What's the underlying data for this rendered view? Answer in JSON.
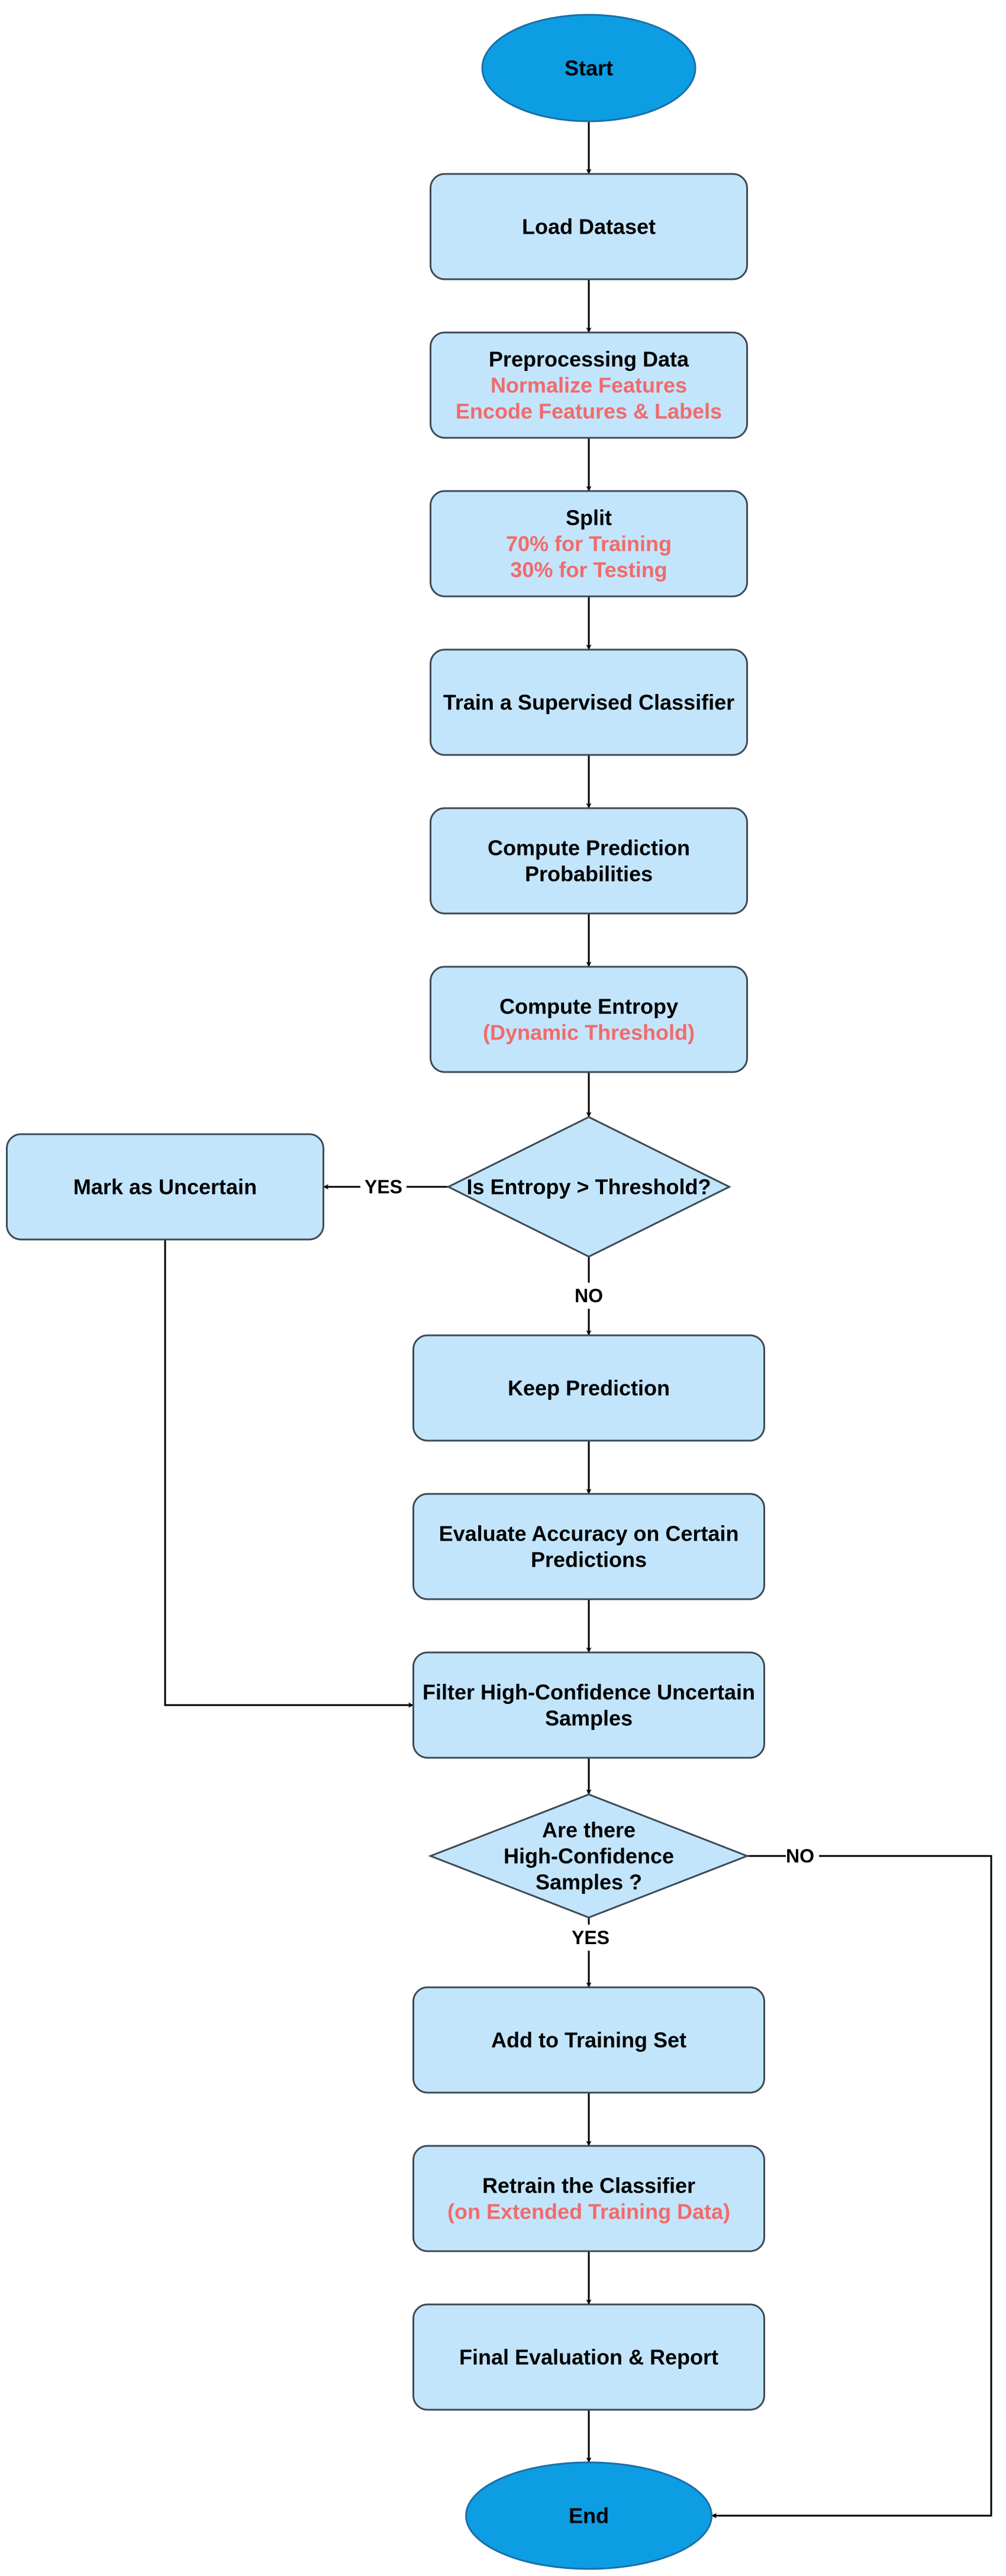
{
  "colors": {
    "box_fill": "#c2e5fb",
    "box_stroke": "#3d4a55",
    "terminal_fill": "#0d9de3",
    "terminal_stroke": "#1a6fa8",
    "text": "#000000",
    "highlight_text": "#f26a6a",
    "line": "#000000"
  },
  "nodes": [
    {
      "id": "start",
      "shape": "ellipse",
      "lines": [
        {
          "text": "Start"
        }
      ]
    },
    {
      "id": "load-dataset",
      "shape": "rect",
      "lines": [
        {
          "text": "Load Dataset"
        }
      ]
    },
    {
      "id": "preprocessing",
      "shape": "rect",
      "lines": [
        {
          "text": "Preprocessing Data"
        },
        {
          "text": "Normalize Features",
          "highlight": true
        },
        {
          "text": "Encode Features & Labels",
          "highlight": true
        }
      ]
    },
    {
      "id": "split",
      "shape": "rect",
      "lines": [
        {
          "text": "Split"
        },
        {
          "text": "70% for Training",
          "highlight": true
        },
        {
          "text": "30% for Testing",
          "highlight": true
        }
      ]
    },
    {
      "id": "train-classifier",
      "shape": "rect",
      "lines": [
        {
          "text": "Train a Supervised Classifier"
        }
      ]
    },
    {
      "id": "compute-probabilities",
      "shape": "rect",
      "lines": [
        {
          "text": "Compute Prediction"
        },
        {
          "text": "Probabilities"
        }
      ]
    },
    {
      "id": "compute-entropy",
      "shape": "rect",
      "lines": [
        {
          "text": "Compute Entropy"
        },
        {
          "text": "(Dynamic Threshold)",
          "highlight": true
        }
      ]
    },
    {
      "id": "entropy-decision",
      "shape": "diamond",
      "lines": [
        {
          "text": "Is Entropy > Threshold?"
        }
      ]
    },
    {
      "id": "mark-uncertain",
      "shape": "rect",
      "lines": [
        {
          "text": "Mark as Uncertain"
        }
      ]
    },
    {
      "id": "keep-prediction",
      "shape": "rect",
      "lines": [
        {
          "text": "Keep Prediction"
        }
      ]
    },
    {
      "id": "evaluate-accuracy",
      "shape": "rect",
      "lines": [
        {
          "text": "Evaluate Accuracy on Certain"
        },
        {
          "text": "Predictions"
        }
      ]
    },
    {
      "id": "filter-samples",
      "shape": "rect",
      "lines": [
        {
          "text": "Filter High-Confidence Uncertain"
        },
        {
          "text": "Samples"
        }
      ]
    },
    {
      "id": "samples-decision",
      "shape": "diamond",
      "lines": [
        {
          "text": "Are there"
        },
        {
          "text": "High-Confidence"
        },
        {
          "text": "Samples ?"
        }
      ]
    },
    {
      "id": "add-training-set",
      "shape": "rect",
      "lines": [
        {
          "text": "Add to Training Set"
        }
      ]
    },
    {
      "id": "retrain-classifier",
      "shape": "rect",
      "lines": [
        {
          "text": "Retrain the Classifier"
        },
        {
          "text": "(on Extended Training Data)",
          "highlight": true
        }
      ]
    },
    {
      "id": "final-evaluation",
      "shape": "rect",
      "lines": [
        {
          "text": "Final Evaluation & Report"
        }
      ]
    },
    {
      "id": "end",
      "shape": "ellipse",
      "lines": [
        {
          "text": "End"
        }
      ]
    }
  ],
  "edges": [
    {
      "from": "start",
      "to": "load-dataset",
      "label": ""
    },
    {
      "from": "load-dataset",
      "to": "preprocessing",
      "label": ""
    },
    {
      "from": "preprocessing",
      "to": "split",
      "label": ""
    },
    {
      "from": "split",
      "to": "train-classifier",
      "label": ""
    },
    {
      "from": "train-classifier",
      "to": "compute-probabilities",
      "label": ""
    },
    {
      "from": "compute-probabilities",
      "to": "compute-entropy",
      "label": ""
    },
    {
      "from": "compute-entropy",
      "to": "entropy-decision",
      "label": ""
    },
    {
      "from": "entropy-decision",
      "to": "mark-uncertain",
      "label": "YES"
    },
    {
      "from": "entropy-decision",
      "to": "keep-prediction",
      "label": "NO"
    },
    {
      "from": "keep-prediction",
      "to": "evaluate-accuracy",
      "label": ""
    },
    {
      "from": "evaluate-accuracy",
      "to": "filter-samples",
      "label": ""
    },
    {
      "from": "mark-uncertain",
      "to": "filter-samples",
      "label": ""
    },
    {
      "from": "filter-samples",
      "to": "samples-decision",
      "label": ""
    },
    {
      "from": "samples-decision",
      "to": "add-training-set",
      "label": "YES"
    },
    {
      "from": "samples-decision",
      "to": "end",
      "label": "NO"
    },
    {
      "from": "add-training-set",
      "to": "retrain-classifier",
      "label": ""
    },
    {
      "from": "retrain-classifier",
      "to": "final-evaluation",
      "label": ""
    },
    {
      "from": "final-evaluation",
      "to": "end",
      "label": ""
    }
  ]
}
